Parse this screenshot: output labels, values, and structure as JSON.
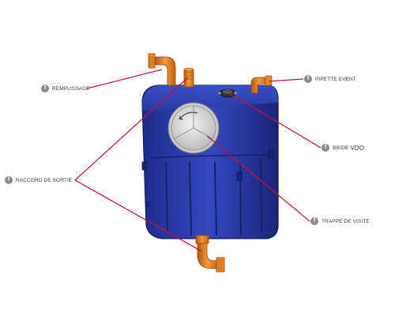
{
  "callouts": {
    "remplissage": {
      "badge": "f",
      "label": "REMPLISSAGE"
    },
    "pipette_event": {
      "badge": "f",
      "label": "PIPETTE EVENT"
    },
    "bride_vdo": {
      "badge": "f",
      "label_prefix": "BRIDE",
      "label_suffix": "VDO"
    },
    "raccord_sortie": {
      "badge": "f",
      "label": "RACCORD DE SORTIE"
    },
    "trappe_visite": {
      "badge": "f",
      "label": "TRAPPE DE VISITE"
    }
  },
  "colors": {
    "tank_blue": "#2d3ea8",
    "tank_dark": "#1a257a",
    "fitting_orange": "#e07a1e",
    "leader_red": "#c8102e",
    "hatch_grey": "#d9d9d9"
  }
}
